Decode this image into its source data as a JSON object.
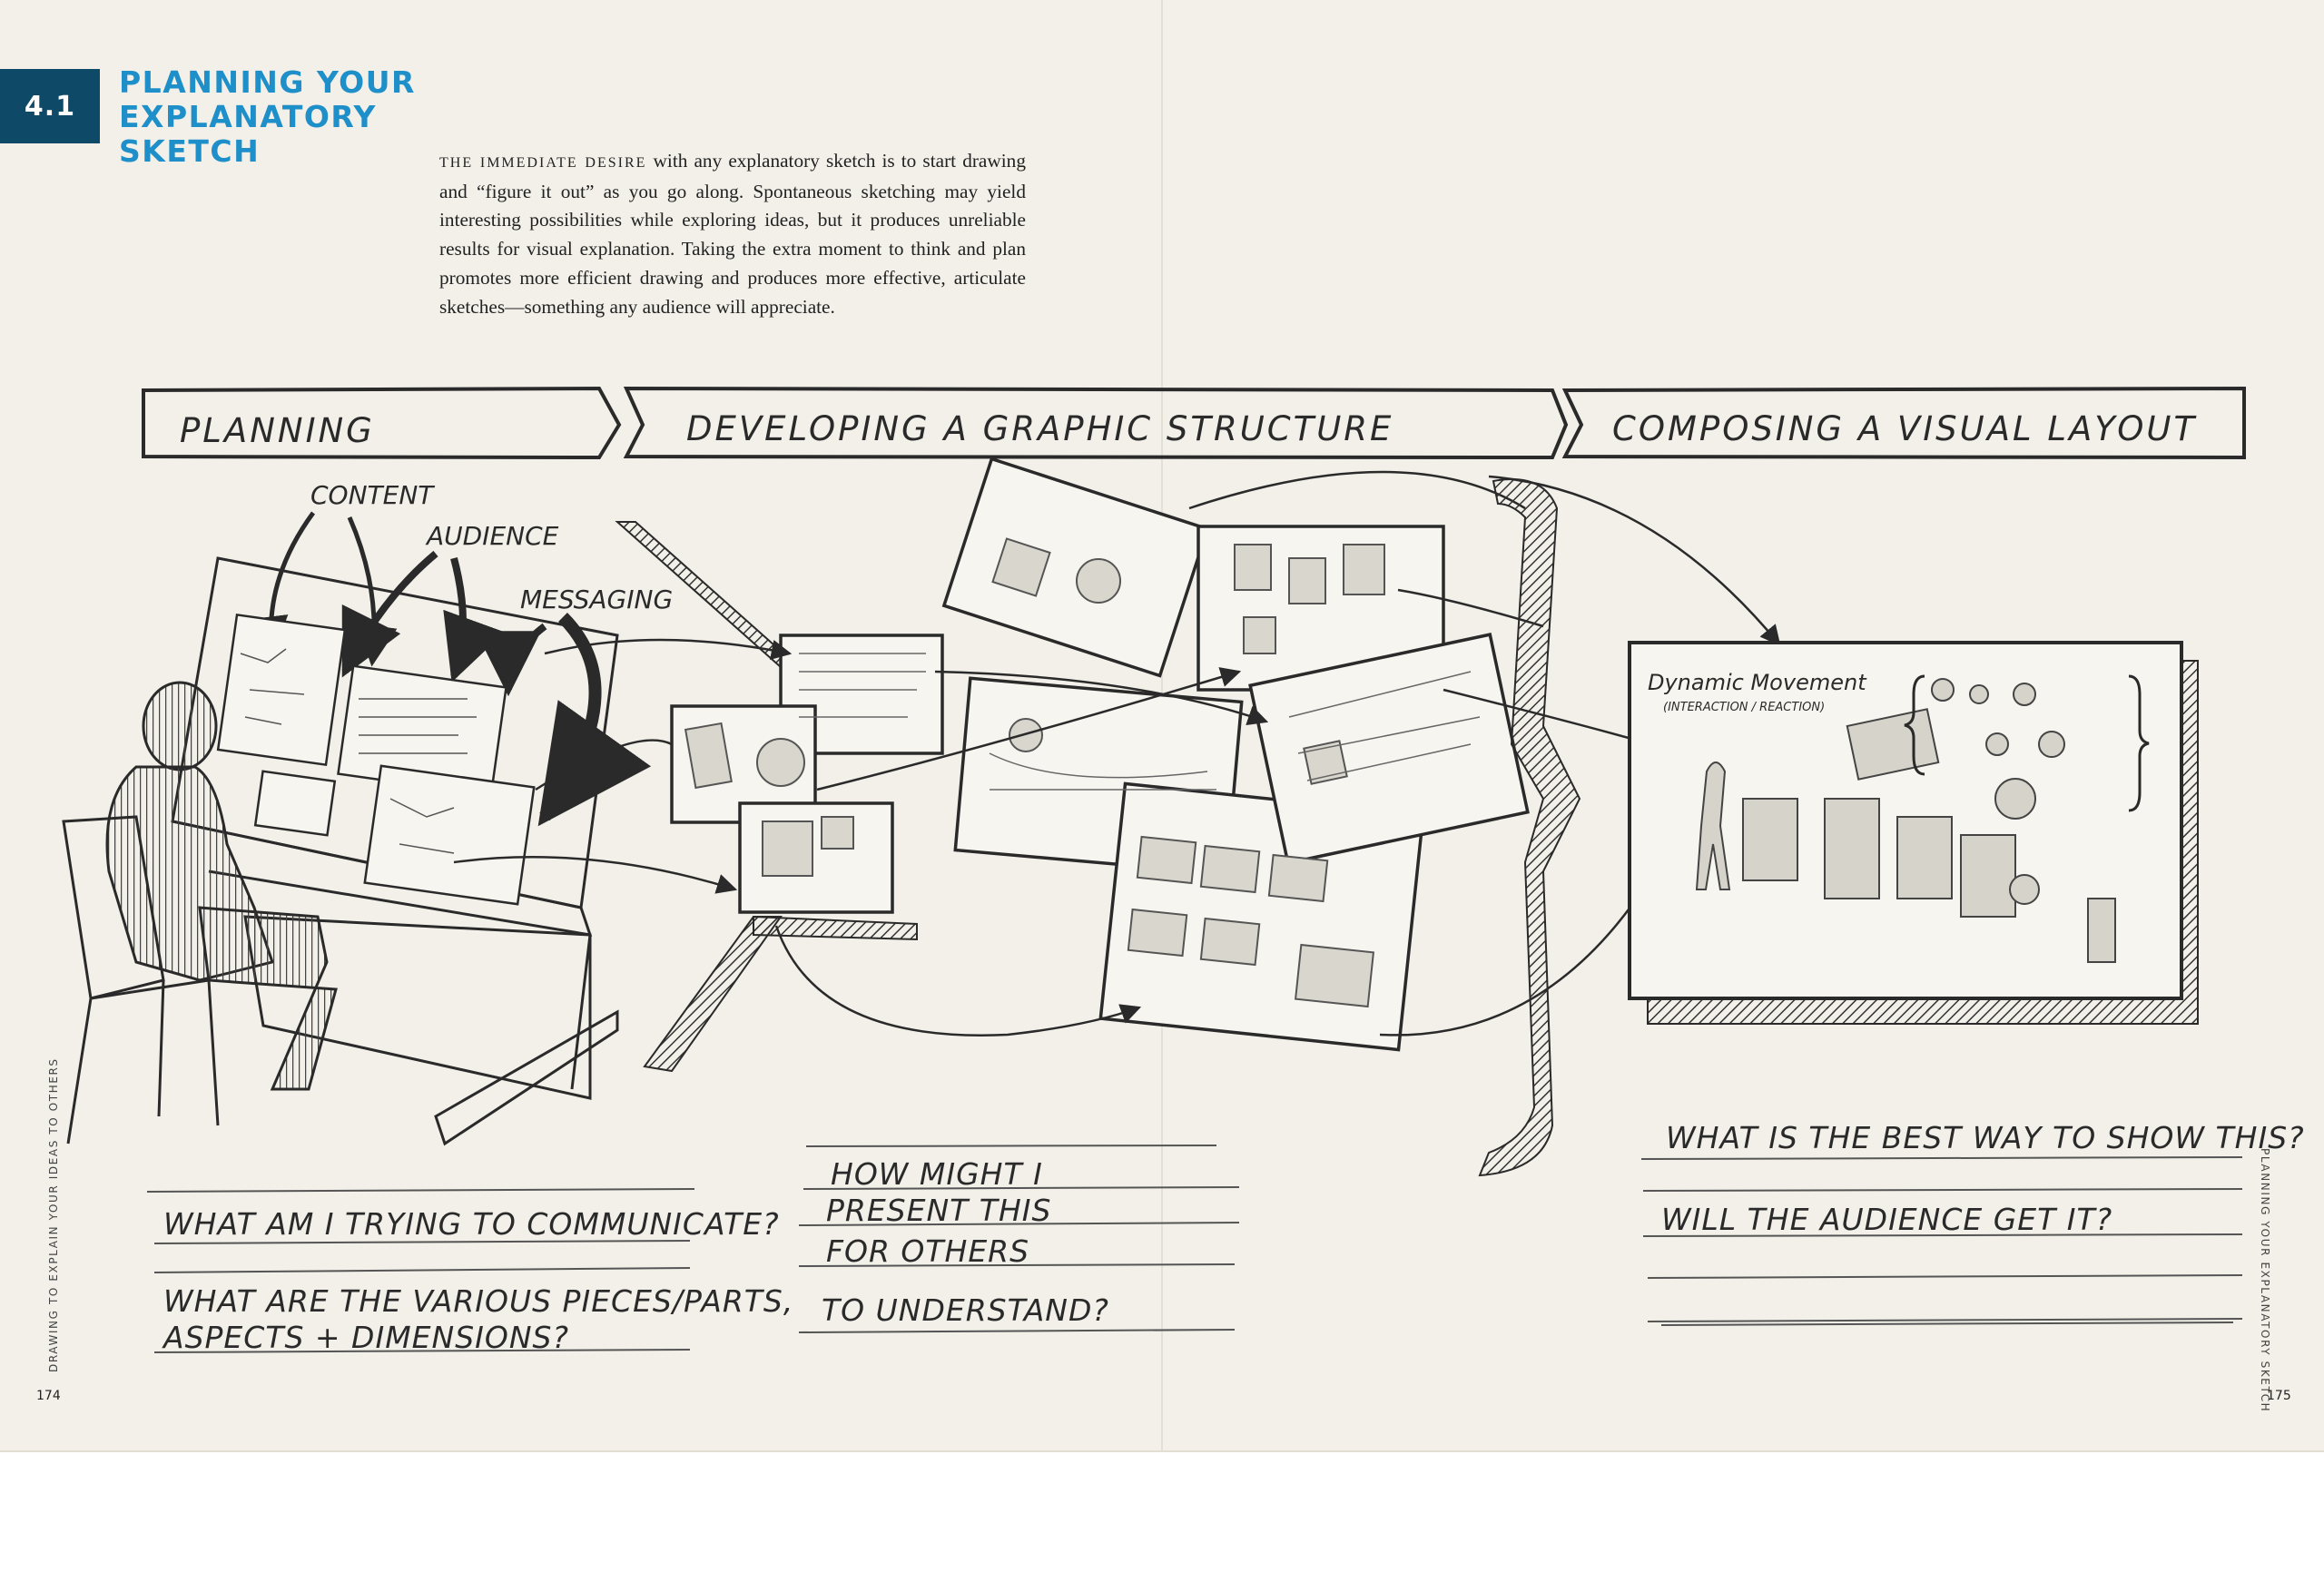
{
  "section": {
    "number": "4.1",
    "title_lines": [
      "PLANNING YOUR",
      "EXPLANATORY",
      "SKETCH"
    ]
  },
  "intro": {
    "lead": "THE IMMEDIATE DESIRE",
    "body": " with any explanatory sketch is to start drawing and “figure it out” as you go along. Spontaneous sketching may yield interesting possibilities while exploring ideas, but it produces unreliable results for visual explanation. Taking the extra moment to think and plan promotes more efficient drawing and produces more effective, articulate sketches—something any audience will appreciate."
  },
  "stages": [
    "PLANNING",
    "DEVELOPING A GRAPHIC STRUCTURE",
    "COMPOSING A VISUAL LAYOUT"
  ],
  "planning_labels": [
    "CONTENT",
    "AUDIENCE",
    "MESSAGING"
  ],
  "layout_sketch": {
    "title": "Dynamic Movement",
    "subtitle": "(INTERACTION / REACTION)"
  },
  "questions": {
    "planning": [
      "WHAT AM I TRYING TO COMMUNICATE?",
      "WHAT ARE THE VARIOUS PIECES/PARTS,",
      "ASPECTS + DIMENSIONS?"
    ],
    "structure": [
      "HOW MIGHT I",
      "PRESENT THIS",
      "FOR OTHERS",
      "TO UNDERSTAND?"
    ],
    "layout": [
      "WHAT IS THE BEST WAY TO SHOW THIS?",
      "WILL THE AUDIENCE GET IT?"
    ]
  },
  "footer": {
    "left_running_head": "DRAWING TO EXPLAIN YOUR IDEAS TO OTHERS",
    "right_running_head": "PLANNING YOUR EXPLANATORY SKETCH",
    "left_page": "174",
    "right_page": "175"
  }
}
